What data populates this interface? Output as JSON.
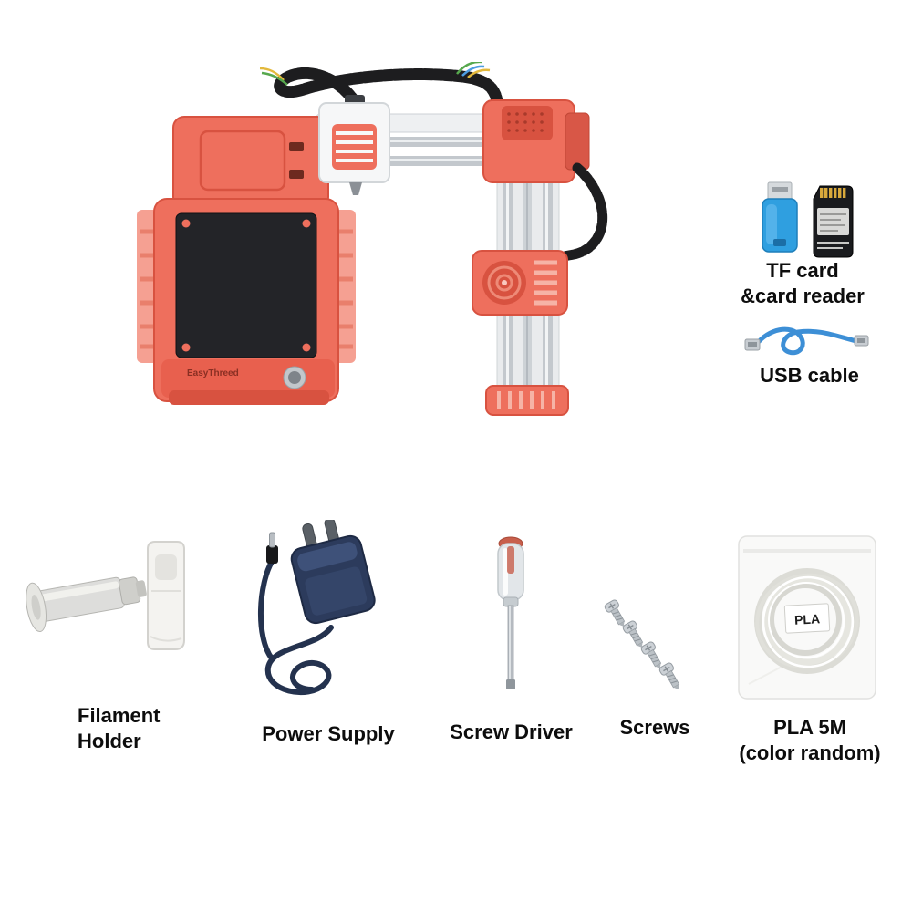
{
  "page": {
    "background": "#ffffff"
  },
  "printer": {
    "id": "mini-3d-printer",
    "brand": "EasyThreed"
  },
  "side_items": [
    {
      "id": "tf-card-reader",
      "label": "TF card\n&card reader"
    },
    {
      "id": "usb-cable",
      "label": "USB cable"
    }
  ],
  "bottom_items": [
    {
      "id": "filament-holder",
      "label": "Filament\nHolder"
    },
    {
      "id": "power-supply",
      "label": "Power Supply"
    },
    {
      "id": "screw-driver",
      "label": "Screw Driver"
    },
    {
      "id": "screws",
      "label": "Screws"
    },
    {
      "id": "pla-filament",
      "label": "PLA 5M\n(color random)",
      "bag_text": "PLA"
    }
  ],
  "colors": {
    "background": "#ffffff",
    "printer_coral": "#ee6f5d",
    "printer_coral_dark": "#d85240",
    "bed_black": "#232428",
    "rail_silver": "#c3c8cd",
    "chain_black": "#1d1d1f",
    "reader_blue": "#2f9fe0",
    "usb_cable_blue": "#3d8fd6",
    "sd_card_black": "#1a1b1e",
    "sd_contacts_gold": "#d9a93c",
    "power_supply_navy": "#2c3b5c",
    "screwdriver_accent": "#c85f4c",
    "metal_gray": "#bcc2c7",
    "label_text": "#0d0d0d"
  }
}
